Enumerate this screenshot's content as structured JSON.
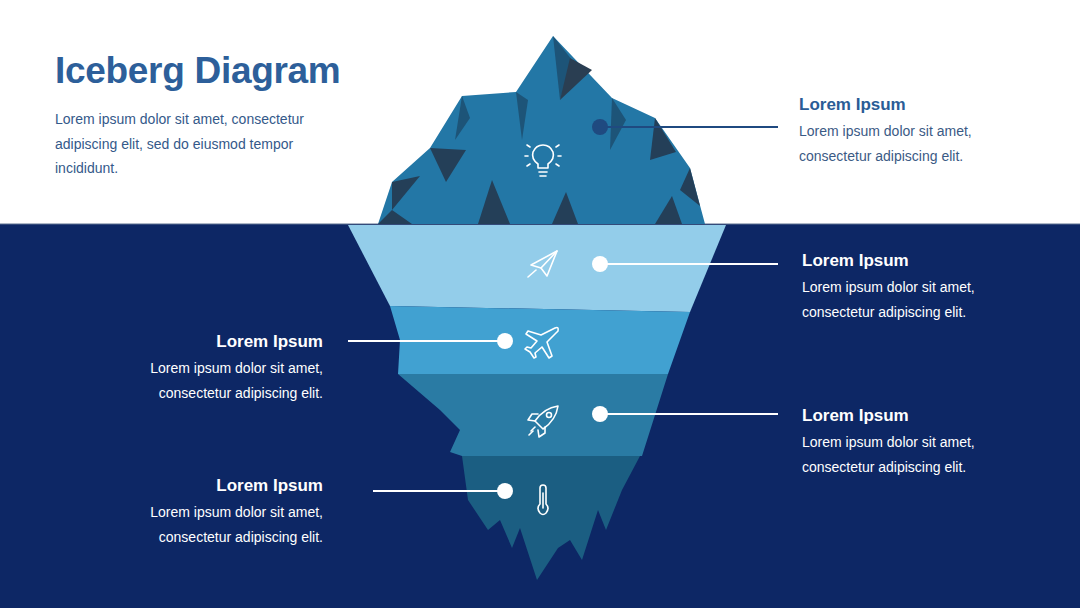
{
  "diagram": {
    "title": "Iceberg Diagram",
    "caption": "Lorem ipsum dolor sit amet, consectetur adipiscing elit, sed do eiusmod tempor incididunt.",
    "labels": [
      "Lorem Ipsum",
      "Lorem ipsum dolor sit amet, consectetur adipiscing elit.",
      "Lorem Ipsum",
      "Lorem ipsum dolor sit amet, consectetur adipiscing elit.",
      "Lorem Ipsum",
      "Lorem ipsum dolor sit amet, consectetur adipiscing elit.",
      "Lorem Ipsum",
      "Lorem ipsum dolor sit amet, consectetur adipiscing elit.",
      "Lorem Ipsum",
      "Lorem ipsum dolor sit amet, consectetur adipiscing elit."
    ]
  }
}
